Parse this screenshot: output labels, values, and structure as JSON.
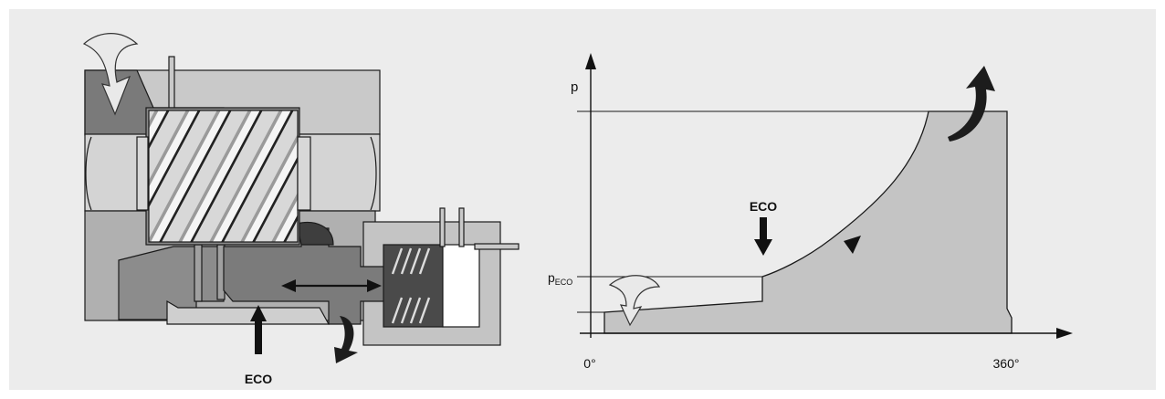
{
  "left_diagram": {
    "eco_label": "ECO"
  },
  "right_diagram": {
    "y_axis_label": "p",
    "p_eco_label": "p",
    "p_eco_sub": "ECO",
    "eco_label": "ECO",
    "x_tick_start": "0°",
    "x_tick_end": "360°"
  },
  "colors": {
    "background": "#ececec",
    "light_gray": "#c9c9c9",
    "mid_gray": "#a5a5a5",
    "dark_gray": "#6b6b6b",
    "darkest": "#3a3a3a",
    "line": "#1a1a1a"
  }
}
